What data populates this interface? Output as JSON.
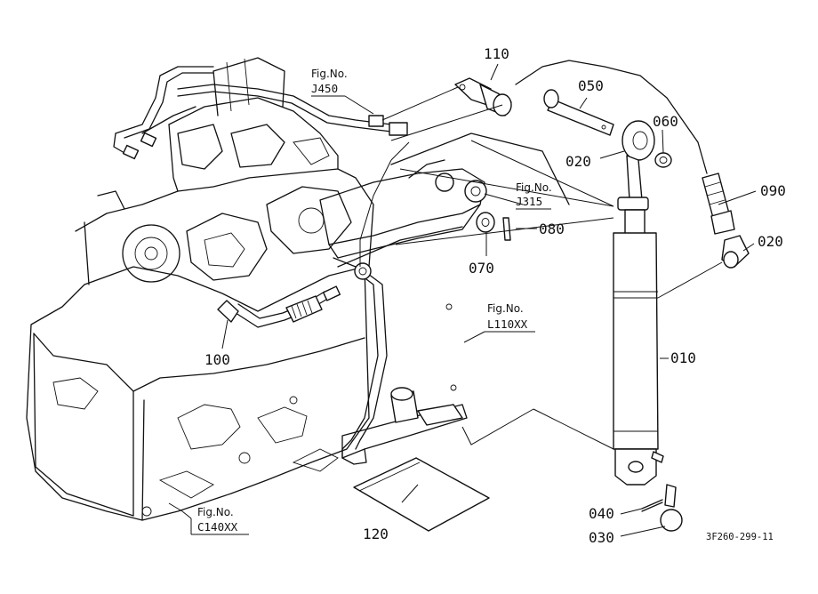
{
  "callouts": {
    "p010": "010",
    "p020a": "020",
    "p020b": "020",
    "p030": "030",
    "p040": "040",
    "p050": "050",
    "p060": "060",
    "p070": "070",
    "p080": "080",
    "p090": "090",
    "p100": "100",
    "p110": "110",
    "p120": "120"
  },
  "figure_refs": [
    {
      "label": "Fig.No.",
      "code": "J450"
    },
    {
      "label": "Fig.No.",
      "code": "J315"
    },
    {
      "label": "Fig.No.",
      "code": "L110XX"
    },
    {
      "label": "Fig.No.",
      "code": "C140XX"
    }
  ],
  "drawing_code": "3F260-299-11"
}
